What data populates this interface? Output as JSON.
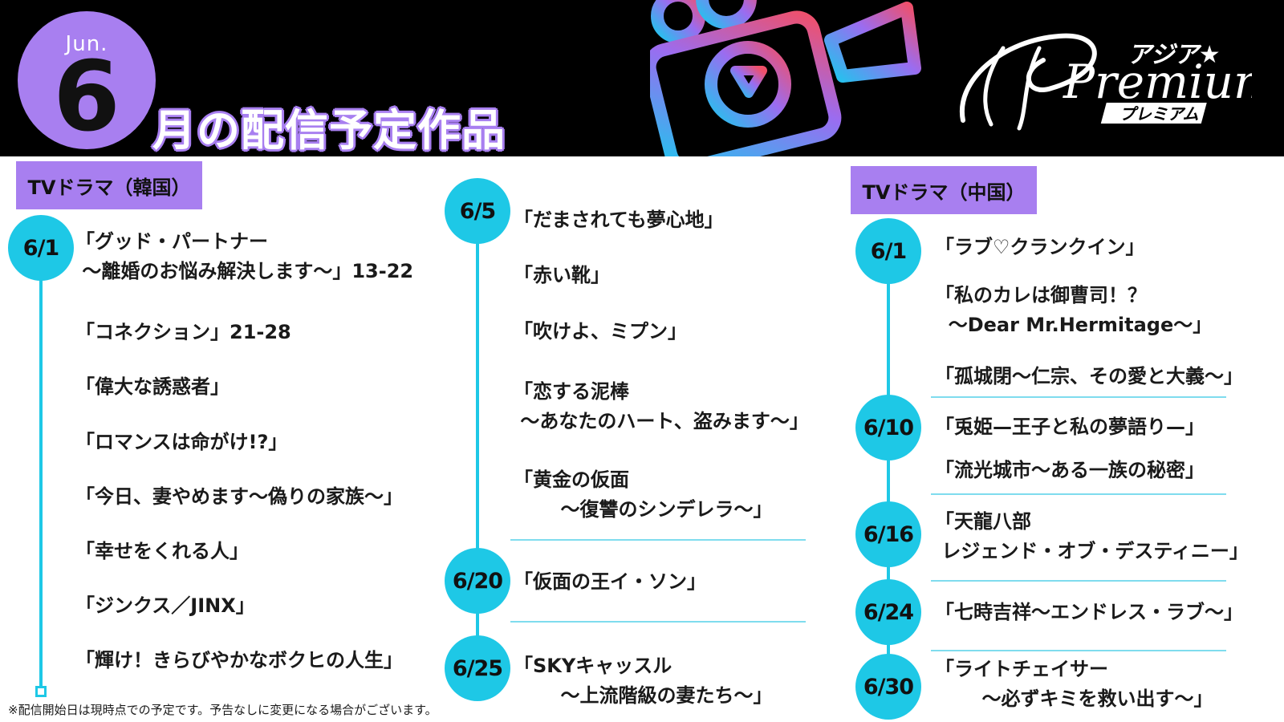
{
  "header": {
    "month_label": "Jun.",
    "month_number": "6",
    "title": "月の配信予定作品",
    "logo": {
      "kana_top": "アジア",
      "word": "Premium",
      "kana_bottom": "プレミアム"
    }
  },
  "korea": {
    "label": "TVドラマ（韓国）",
    "date": "6/1",
    "titles": [
      "「グッド・パートナー\n 〜離婚のお悩み解決します〜」13-22",
      "「コネクション」21-28",
      "「偉大な誘惑者」",
      "「ロマンスは命がけ!?」",
      "「今日、妻やめます〜偽りの家族〜」",
      "「幸せをくれる人」",
      "「ジンクス／JINX」",
      "「輝け！きらびやかなボクヒの人生」"
    ]
  },
  "middle": {
    "groups": [
      {
        "date": "6/5",
        "titles": [
          "「だまされても夢心地」",
          "「赤い靴」",
          "「吹けよ、ミプン」",
          "「恋する泥棒\n 〜あなたのハート、盗みます〜」",
          "「黄金の仮面\n       〜復讐のシンデレラ〜」"
        ]
      },
      {
        "date": "6/20",
        "titles": [
          "「仮面の王イ・ソン」"
        ]
      },
      {
        "date": "6/25",
        "titles": [
          "「SKYキャッスル\n       〜上流階級の妻たち〜」"
        ]
      }
    ]
  },
  "china": {
    "label": "TVドラマ（中国）",
    "groups": [
      {
        "date": "6/1",
        "titles": [
          "「ラブ♡クランクイン」",
          "「私のカレは御曹司！？\n  〜Dear Mr.Hermitage〜」",
          "「孤城閉〜仁宗、その愛と大義〜」"
        ]
      },
      {
        "date": "6/10",
        "titles": [
          "「兎姫—王子と私の夢語り—」",
          "「流光城市〜ある一族の秘密」"
        ]
      },
      {
        "date": "6/16",
        "titles": [
          "「天龍八部\n レジェンド・オブ・デスティニー」"
        ]
      },
      {
        "date": "6/24",
        "titles": [
          "「七時吉祥〜エンドレス・ラブ〜」"
        ]
      },
      {
        "date": "6/30",
        "titles": [
          "「ライトチェイサー\n       〜必ずキミを救い出す〜」"
        ]
      }
    ]
  },
  "footnote": "※配信開始日は現時点での予定です。予告なしに変更になる場合がございます。",
  "colors": {
    "accent_purple": "#a87ff0",
    "accent_cyan": "#1ec8e6",
    "background": "#ffffff",
    "header_bg": "#000000"
  }
}
